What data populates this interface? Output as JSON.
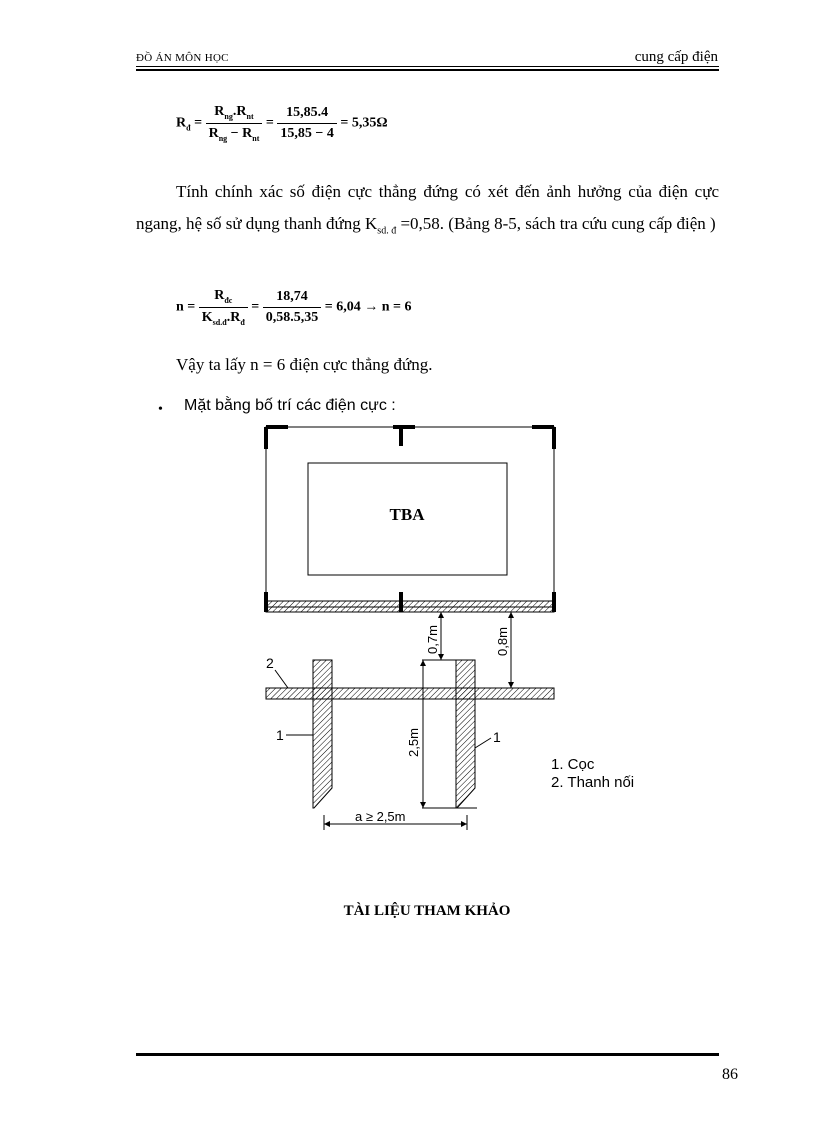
{
  "header": {
    "left": "ĐỒ ÁN MÔN HỌC",
    "right": "cung cấp điện"
  },
  "eq1": {
    "lhs": "R",
    "lhs_sub": "đ",
    "num_a": "R",
    "num_a_sub": "ng",
    "num_dot": ".",
    "num_b": "R",
    "num_b_sub": "nt",
    "den_a": "R",
    "den_a_sub": "ng",
    "den_op": "−",
    "den_b": "R",
    "den_b_sub": "nt",
    "num2": "15,85.4",
    "den2": "15,85 − 4",
    "result": "= 5,35Ω"
  },
  "para1": {
    "text": "Tính chính xác số điện cực thẳng đứng có xét đến ảnh hưởng của điện cực ngang, hệ số sử dụng thanh đứng K",
    "sub": "sd. đ",
    "text2": " =0,58. (Bảng 8-5, sách tra cứu cung cấp điện )"
  },
  "eq2": {
    "lhs": "n",
    "num_a": "R",
    "num_a_sub": "đc",
    "den_a": "K",
    "den_a_sub": "sd.đ",
    "den_b": ".R",
    "den_b_sub": "đ",
    "num2": "18,74",
    "den2": "0,58.5,35",
    "result": "= 6,04 → n = 6"
  },
  "conclusion": "Vậy ta lấy  n  = 6 điện cực thẳng đứng.",
  "bullet": {
    "dot": "•",
    "text": "Mặt bằng bố trí các điện cực :"
  },
  "diagram": {
    "station_label": "TBA",
    "dim_07": "0,7m",
    "dim_08": "0,8m",
    "dim_25": "2,5m",
    "spacing": "a ≥ 2,5m",
    "label_1_left": "1",
    "label_1_right": "1",
    "label_2": "2"
  },
  "legend": {
    "item1": "1. Cọc",
    "item2": "2. Thanh nối"
  },
  "references_title": "TÀI LIỆU THAM KHẢO",
  "page_number": "86"
}
